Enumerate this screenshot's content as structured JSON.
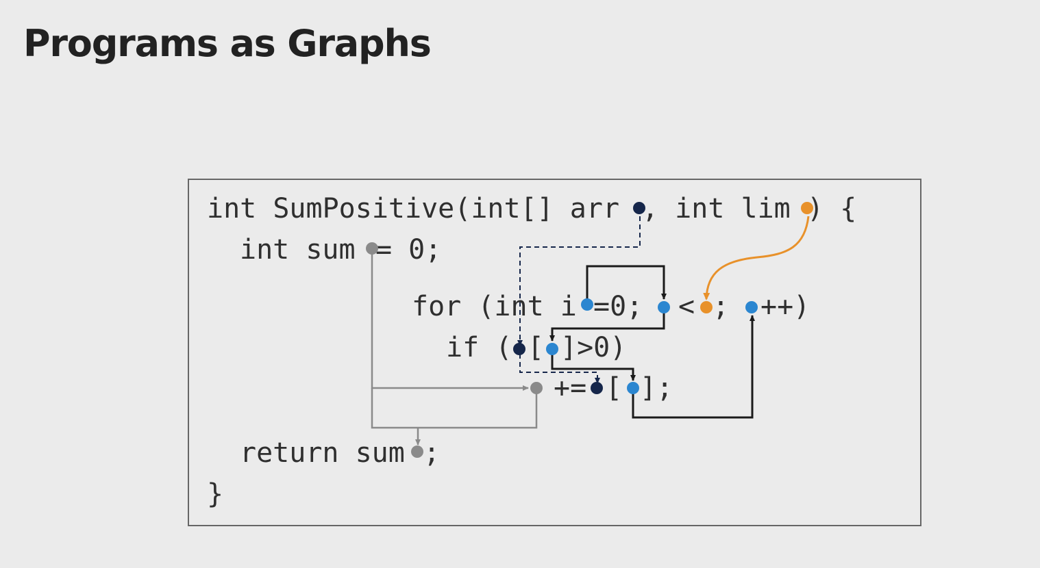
{
  "title": "Programs as Graphs",
  "code": {
    "line1": {
      "a": "int SumPositive(int[] arr",
      "b": ", int lim",
      "c": ") {"
    },
    "line2": {
      "a": "int sum",
      "b": " = 0;"
    },
    "line3": {
      "a": "for (int i",
      "b": "=0;",
      "c": "<",
      "d": ";",
      "e": "++)"
    },
    "line4": {
      "a": "if (",
      "b": "[",
      "c": "]>0)"
    },
    "line5": {
      "a": "+=",
      "b": "[",
      "c": "];"
    },
    "line6": {
      "a": "return sum",
      "b": ";"
    },
    "line7": {
      "a": "}"
    }
  },
  "node_colors": {
    "arr": "#15264a",
    "lim": "#e8912a",
    "index": "#2b86d0",
    "sum": "#8a8a8a"
  },
  "edge_colors": {
    "control": "#1a1a1a",
    "data": "#8a8a8a",
    "param": "#e8912a"
  }
}
